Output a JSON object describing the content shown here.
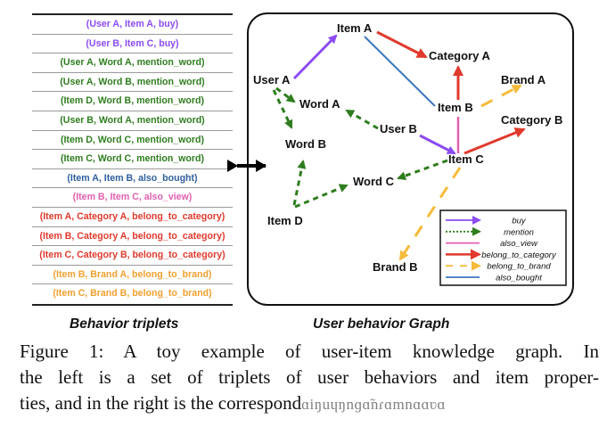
{
  "triplets": [
    {
      "text": "(User A, Item A, buy)",
      "color": "#8b4cf0"
    },
    {
      "text": "(User B, Item C, buy)",
      "color": "#8b4cf0"
    },
    {
      "text": "(User A, Word A, mention_word)",
      "color": "#2e7d1e"
    },
    {
      "text": "(User A, Word B, mention_word)",
      "color": "#2e7d1e"
    },
    {
      "text": "(Item D, Word B, mention_word)",
      "color": "#2e7d1e"
    },
    {
      "text": "(User B, Word A, mention_word)",
      "color": "#2e7d1e"
    },
    {
      "text": "(Item D, Word C, mention_word)",
      "color": "#2e7d1e"
    },
    {
      "text": "(Item C, Word C, mention_word)",
      "color": "#2e7d1e"
    },
    {
      "text": "(Item A, Item B, also_bought)",
      "color": "#2f5f9e"
    },
    {
      "text": "(Item B, Item C, also_view)",
      "color": "#e060b0"
    },
    {
      "text": "(Item A, Category A, belong_to_category)",
      "color": "#e03a2e"
    },
    {
      "text": "(Item B, Category A, belong_to_category)",
      "color": "#e03a2e"
    },
    {
      "text": "(Item C, Category B, belong_to_category)",
      "color": "#e03a2e"
    },
    {
      "text": "(Item B, Brand A, belong_to_brand)",
      "color": "#f0a030"
    },
    {
      "text": "(Item C, Brand B, belong_to_brand)",
      "color": "#f0a030"
    }
  ],
  "graph": {
    "nodes": {
      "item_a": "Item A",
      "category_a": "Category A",
      "user_a": "User A",
      "brand_a": "Brand A",
      "word_a": "Word A",
      "item_b": "Item B",
      "category_b": "Category B",
      "user_b": "User B",
      "word_b": "Word B",
      "item_c": "Item C",
      "word_c": "Word C",
      "item_d": "Item D",
      "brand_b": "Brand B"
    },
    "edge_colors": {
      "buy": "#8b4cf0",
      "mention": "#2e7d1e",
      "also_view": "#e060b0",
      "belong_to_category": "#e03a2e",
      "belong_to_brand": "#f5bb3a",
      "also_bought": "#3a78c0"
    },
    "legend": [
      {
        "label": "buy",
        "type": "buy"
      },
      {
        "label": "mention",
        "type": "mention"
      },
      {
        "label": "also_view",
        "type": "also_view"
      },
      {
        "label": "belong_to_category",
        "type": "belong_to_category"
      },
      {
        "label": "belong_to_brand",
        "type": "belong_to_brand"
      },
      {
        "label": "also_bought",
        "type": "also_bought"
      }
    ]
  },
  "subtitles": {
    "left": "Behavior triplets",
    "right": "User behavior Graph"
  },
  "caption": {
    "line1": "Figure 1: A toy example of user-item knowledge graph. In",
    "line2": "the left is a set of triplets of user behaviors and item proper-",
    "line3_visible": "ties, and in the right is the correspond",
    "line3_garbled": "ɑiŋuɥŋnɡɑ̃nɾɑmnɑɑʋɑ"
  }
}
